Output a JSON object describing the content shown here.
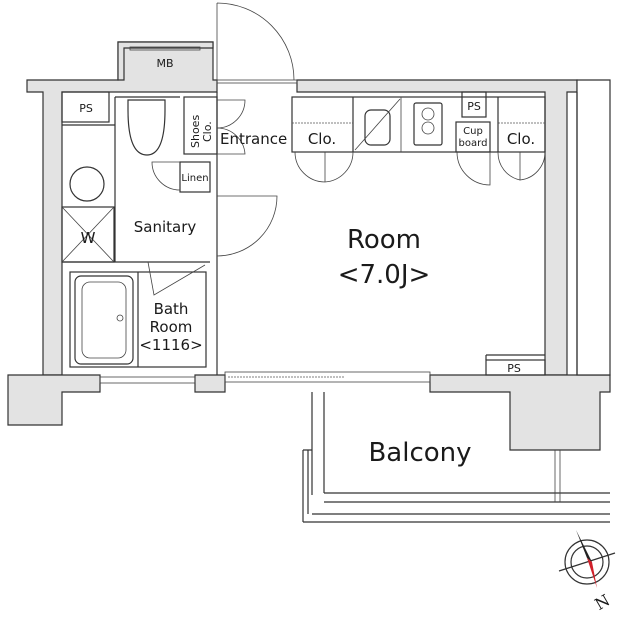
{
  "rooms": {
    "mb": "MB",
    "ps_left": "PS",
    "ps_kitchen": "PS",
    "ps_room": "PS",
    "shoes_line1": "Shoes",
    "shoes_line2": "Clo.",
    "entrance": "Entrance",
    "closet_left": "Clo.",
    "cupboard_line1": "Cup",
    "cupboard_line2": "board",
    "closet_right": "Clo.",
    "linen": "Linen",
    "sanitary": "Sanitary",
    "washer": "W",
    "bath_line1": "Bath",
    "bath_line2": "Room",
    "bath_line3": "<1116>",
    "room_line1": "Room",
    "room_line2": "<7.0J>",
    "balcony": "Balcony"
  },
  "compass": {
    "north_label": "N",
    "needle_color": "#d0202a"
  }
}
